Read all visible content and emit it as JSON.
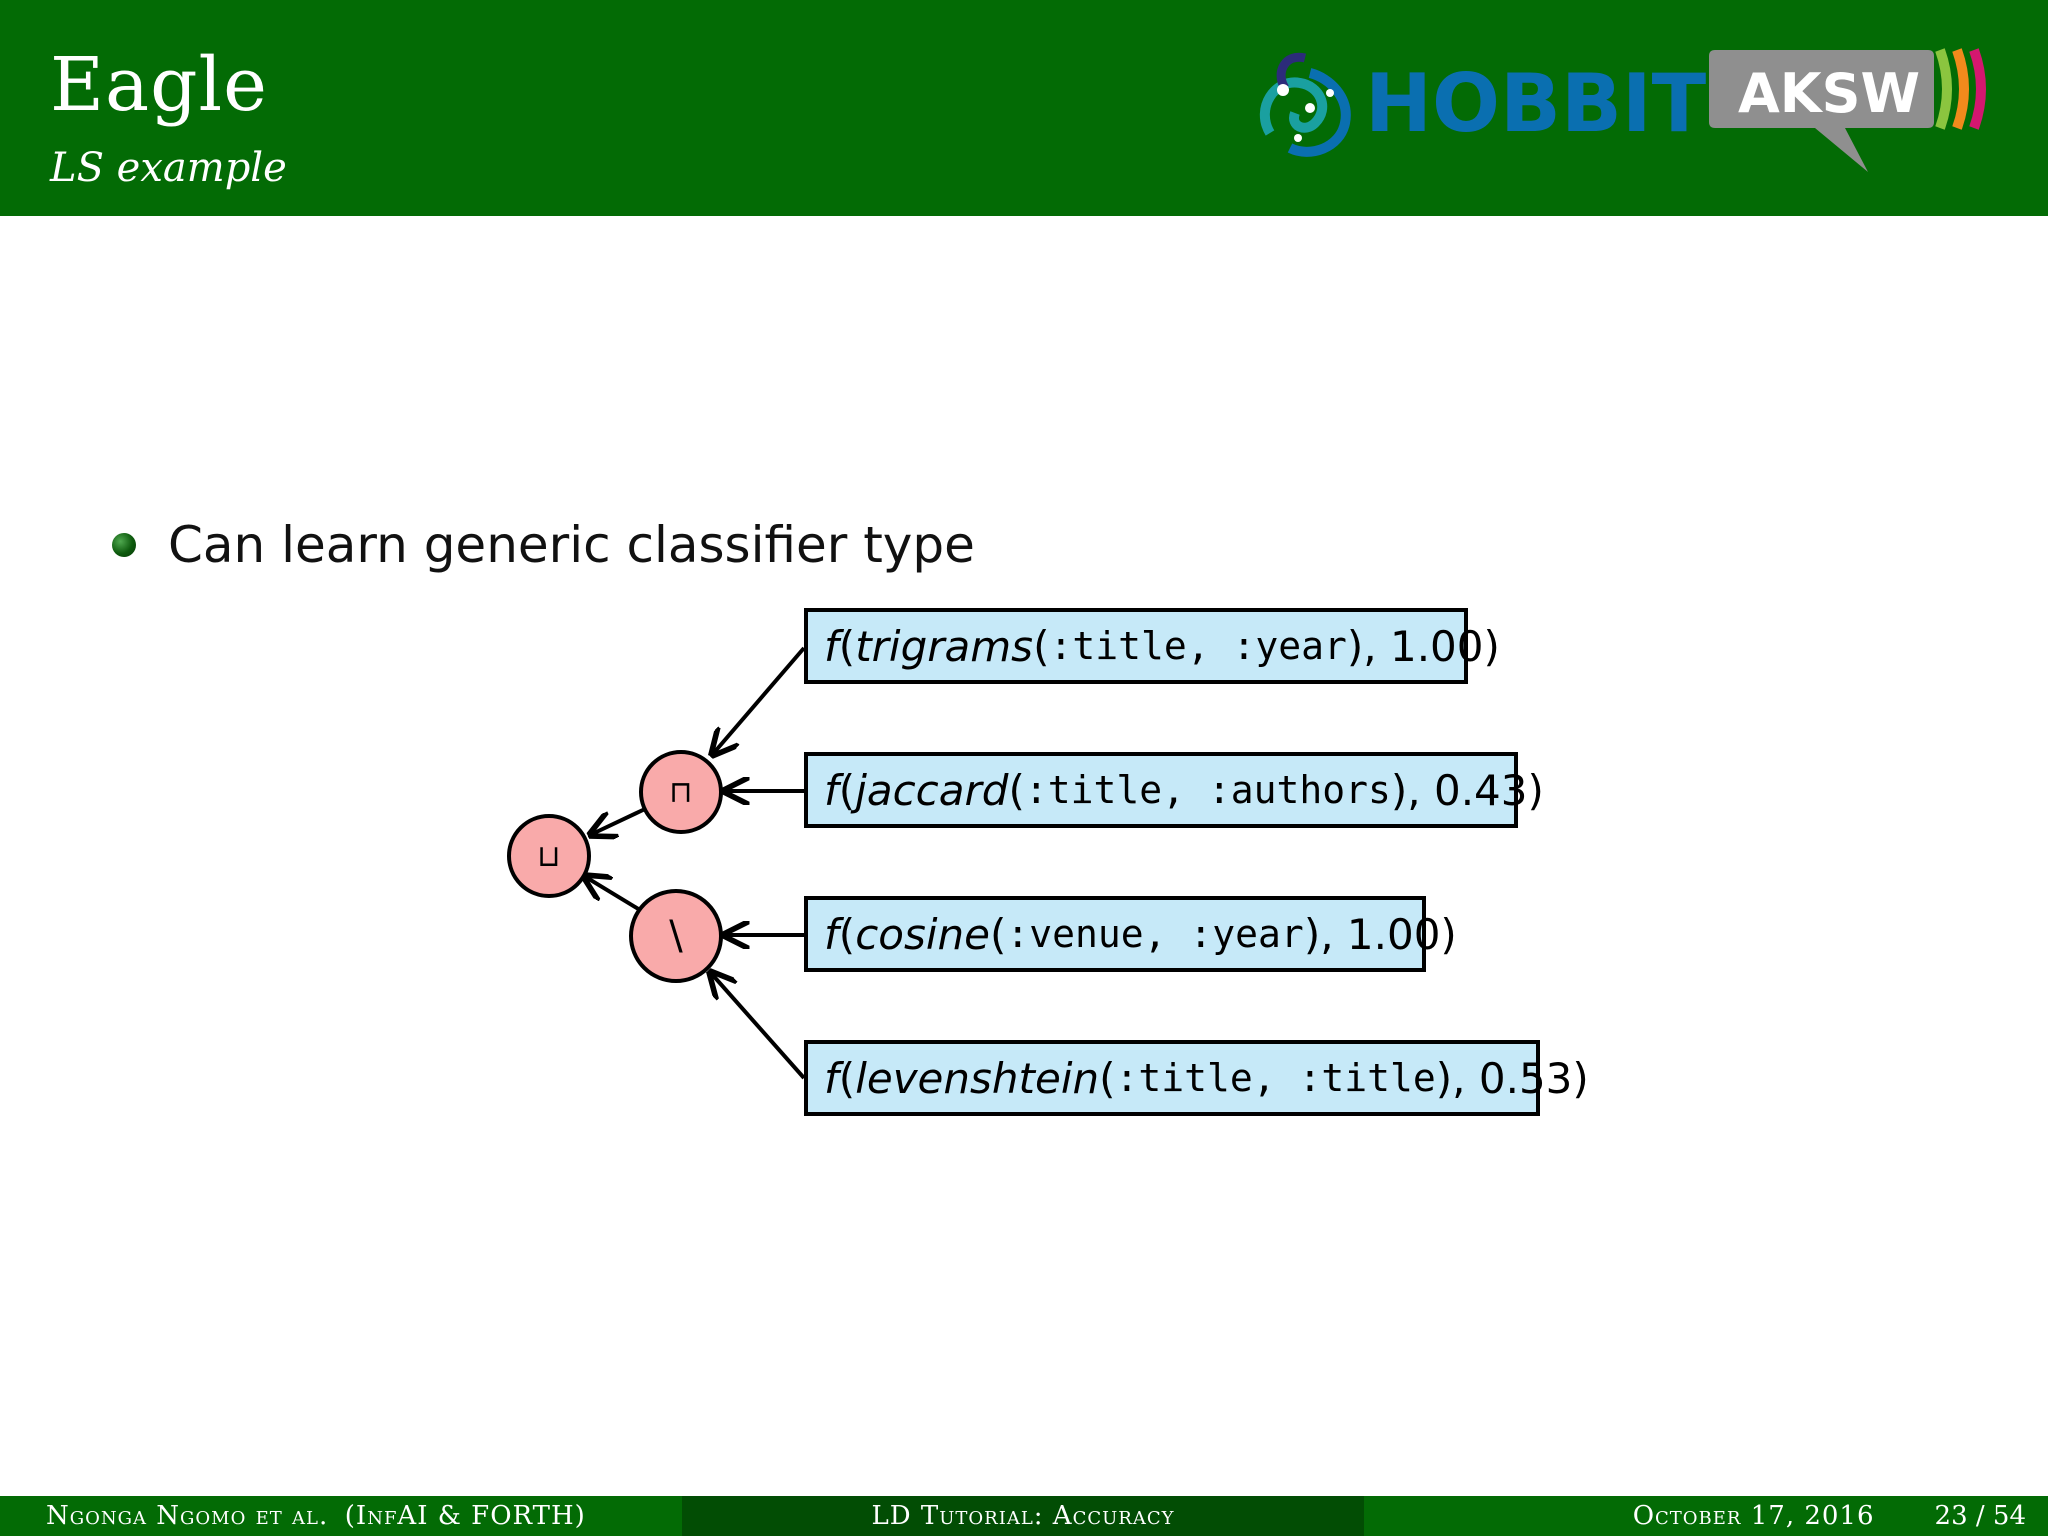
{
  "slide": {
    "title": "Eagle",
    "subtitle": "LS example"
  },
  "logos": {
    "hobbit_text": "HOBBIT",
    "aksw_text": "AKSW",
    "colors": {
      "header_green": "#036b05",
      "hobbit_blue": "#0a6fb0",
      "aksw_grey": "#8f8f8f",
      "bar_green": "#8bc53f",
      "bar_orange": "#f28a1c",
      "bar_magenta": "#d4176f"
    }
  },
  "content": {
    "bullet": "Can learn generic classifier type"
  },
  "diagram": {
    "operators": [
      {
        "id": "union",
        "symbol": "⊔"
      },
      {
        "id": "intersection",
        "symbol": "⊓"
      },
      {
        "id": "difference",
        "symbol": "\\"
      }
    ],
    "leaves": [
      {
        "f": "f",
        "measure": "trigrams",
        "args": ":title, :year",
        "threshold": "1.00"
      },
      {
        "f": "f",
        "measure": "jaccard",
        "args": ":title, :authors",
        "threshold": "0.43"
      },
      {
        "f": "f",
        "measure": "cosine",
        "args": ":venue, :year",
        "threshold": "1.00"
      },
      {
        "f": "f",
        "measure": "levenshtein",
        "args": ":title, :title",
        "threshold": "0.53"
      }
    ],
    "colors": {
      "operator_fill": "#f9aaaa",
      "leaf_fill": "#c6e9f8"
    }
  },
  "footer": {
    "authors": "Ngonga Ngomo et al.",
    "affiliation": "(InfAI & FORTH)",
    "talk": "LD Tutorial: Accuracy",
    "date": "October 17, 2016",
    "page": "23 / 54"
  }
}
